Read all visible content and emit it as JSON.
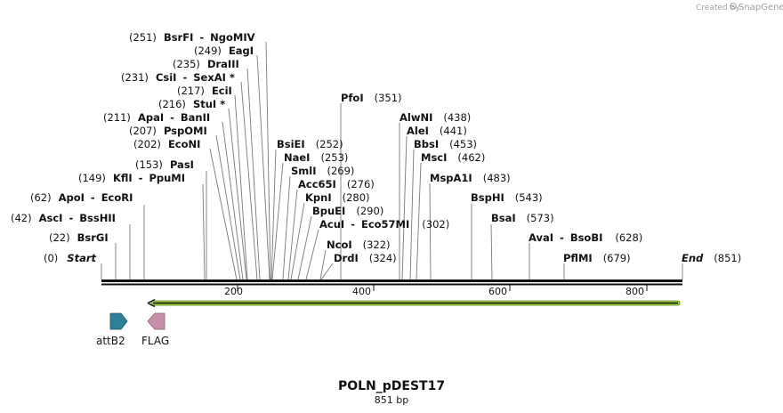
{
  "credit": {
    "created_by": "Created by",
    "brand": "SnapGene"
  },
  "map": {
    "title": "POLN_pDEST17",
    "length_label": "851 bp",
    "length_bp": 851,
    "ruler_ticks": [
      "200",
      "400",
      "600",
      "800"
    ],
    "sites": [
      {
        "name": "Start",
        "pos": "(0)",
        "italic": true
      },
      {
        "name": "BsrGI",
        "pos": "(22)"
      },
      {
        "name": "AscI",
        "name2": "BssHII",
        "pos": "(42)"
      },
      {
        "name": "ApoI",
        "name2": "EcoRI",
        "pos": "(62)"
      },
      {
        "name": "KflI",
        "name2": "PpuMI",
        "pos": "(149)"
      },
      {
        "name": "PasI",
        "pos": "(153)"
      },
      {
        "name": "EcoNI",
        "pos": "(202)"
      },
      {
        "name": "PspOMI",
        "pos": "(207)"
      },
      {
        "name": "ApaI",
        "name2": "BanII",
        "pos": "(211)"
      },
      {
        "name": "StuI *",
        "pos": "(216)"
      },
      {
        "name": "EciI",
        "pos": "(217)"
      },
      {
        "name": "CsiI",
        "name2": "SexAI *",
        "pos": "(231)"
      },
      {
        "name": "DraIII",
        "pos": "(235)"
      },
      {
        "name": "EagI",
        "pos": "(249)"
      },
      {
        "name": "BsrFI",
        "name2": "NgoMIV",
        "pos": "(251)"
      },
      {
        "name": "BsiEI",
        "pos": "(252)"
      },
      {
        "name": "NaeI",
        "pos": "(253)"
      },
      {
        "name": "SmlI",
        "pos": "(269)"
      },
      {
        "name": "Acc65I",
        "pos": "(276)"
      },
      {
        "name": "KpnI",
        "pos": "(280)"
      },
      {
        "name": "BpuEI",
        "pos": "(290)"
      },
      {
        "name": "AcuI",
        "name2": "Eco57MI",
        "pos": "(302)"
      },
      {
        "name": "NcoI",
        "pos": "(322)"
      },
      {
        "name": "DrdI",
        "pos": "(324)"
      },
      {
        "name": "PfoI",
        "pos": "(351)"
      },
      {
        "name": "AlwNI",
        "pos": "(438)"
      },
      {
        "name": "AleI",
        "pos": "(441)"
      },
      {
        "name": "BbsI",
        "pos": "(453)"
      },
      {
        "name": "MscI",
        "pos": "(462)"
      },
      {
        "name": "MspA1I",
        "pos": "(483)"
      },
      {
        "name": "BspHI",
        "pos": "(543)"
      },
      {
        "name": "BsaI",
        "pos": "(573)"
      },
      {
        "name": "AvaI",
        "name2": "BsoBI",
        "pos": "(628)"
      },
      {
        "name": "PflMI",
        "pos": "(679)"
      },
      {
        "name": "End",
        "pos": "(851)",
        "italic": true
      }
    ],
    "features": [
      {
        "name": "attB2",
        "color": "#2e7f9a",
        "direction": "forward"
      },
      {
        "name": "FLAG",
        "color": "#c98fa8",
        "direction": "reverse"
      }
    ],
    "orf_color": "#9ad13c"
  }
}
